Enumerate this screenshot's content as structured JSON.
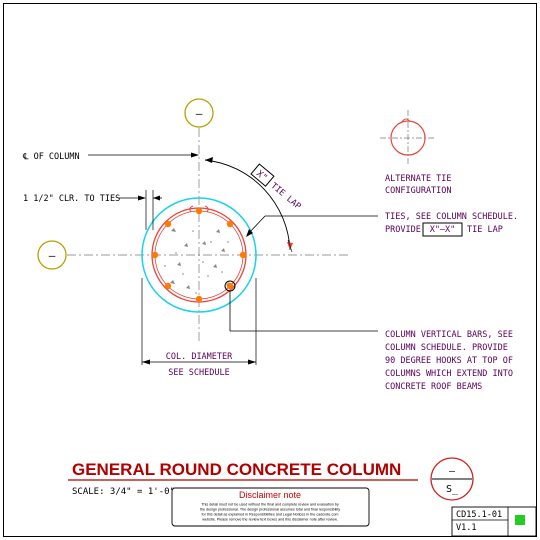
{
  "drawing": {
    "title": "GENERAL ROUND CONCRETE COLUMN",
    "scale": "SCALE: 3/4\" = 1'-0\"",
    "sheet_number": "CD15.1-01",
    "version": "V1.1",
    "section_mark": {
      "top": "–",
      "bottom": "S_"
    },
    "grid_bubble_top": "–",
    "grid_bubble_left": "–"
  },
  "labels": {
    "cl_column": "℄ OF COLUMN",
    "clr_ties": "1 1/2\" CLR. TO TIES",
    "tie_lap_box": "X\"",
    "tie_lap_text": "TIE LAP",
    "alt_tie_line1": "ALTERNATE TIE",
    "alt_tie_line2": "CONFIGURATION",
    "ties_line1": "TIES, SEE COLUMN SCHEDULE.",
    "ties_provide": "PROVIDE",
    "ties_box": "X\"–X\"",
    "ties_lap": "TIE LAP",
    "bars_line1": "COLUMN VERTICAL BARS, SEE",
    "bars_line2": "COLUMN SCHEDULE. PROVIDE",
    "bars_line3": "90 DEGREE HOOKS AT TOP OF",
    "bars_line4": "COLUMNS WHICH EXTEND INTO",
    "bars_line5": "CONCRETE ROOF BEAMS",
    "col_diameter": "COL. DIAMETER",
    "see_schedule": "SEE SCHEDULE"
  },
  "disclaimer": {
    "title": "Disclaimer note",
    "line1": "This detail must not be used without the final and complete review and evaluation by",
    "line2": "the design professional. The design professional assumes total and final responsibility",
    "line3": "for this detail as explained in Responsibilities and Legal Notices in the cadcrete.com",
    "line4": "website. Please remove the review text boxes and this disclaimer note after review."
  },
  "colors": {
    "border": "#000000",
    "purple_text": "#5a005a",
    "title_red": "#b00000",
    "section_ring": "#d02020",
    "grid_bubble": "#b8a000",
    "cyan_circle": "#19d3e6",
    "tie_circle": "#e8443a",
    "rebar": "#ff7a00",
    "status_green": "#22cc22"
  }
}
